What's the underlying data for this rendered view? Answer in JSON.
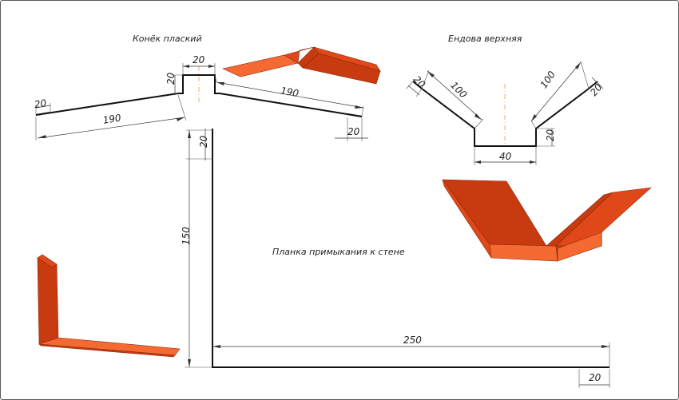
{
  "titles": {
    "ridge": "Конёк плаский",
    "valley": "Ендова верхняя",
    "wall": "Планка примыкания к стене"
  },
  "ridge_dims": {
    "left_hem": "20",
    "left_slope": "190",
    "height": "20",
    "top": "20",
    "right_slope": "190",
    "right_hem": "20"
  },
  "valley_dims": {
    "left_hem": "20",
    "left_wing": "100",
    "right_wing": "100",
    "right_hem": "20",
    "base": "40",
    "side": "20"
  },
  "wall_dims": {
    "top_hem": "20",
    "height": "150",
    "length": "250",
    "bottom_hem": "20"
  },
  "colors": {
    "metal_dark": "#c83a10",
    "metal_mid": "#e0481a",
    "metal_light": "#f46a32",
    "axis": "#e0a050"
  }
}
